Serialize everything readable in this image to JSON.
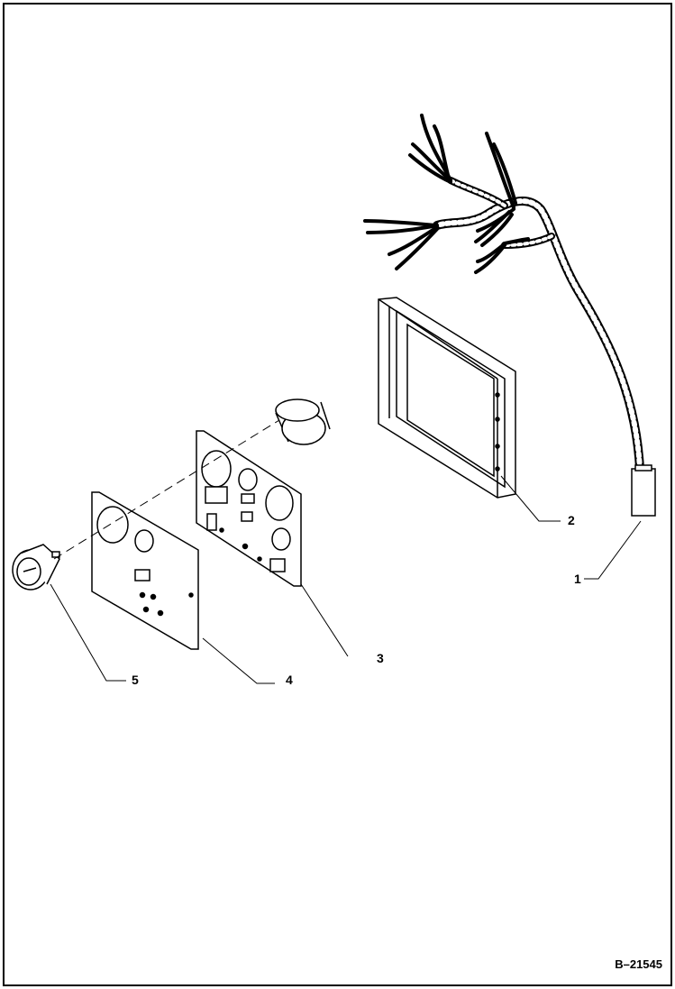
{
  "callouts": [
    {
      "label": "1"
    },
    {
      "label": "2"
    },
    {
      "label": "3"
    },
    {
      "label": "4"
    },
    {
      "label": "5"
    }
  ],
  "figure_id": "B–21545",
  "colors": {
    "line": "#000000",
    "background": "#ffffff"
  }
}
